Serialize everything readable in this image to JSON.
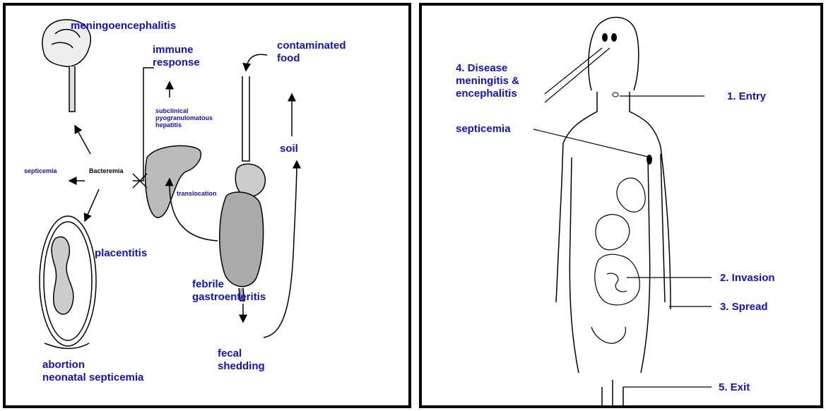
{
  "left_diagram": {
    "labels": {
      "meningoencephalitis": "meningoencephalitis",
      "immune_response": "immune\nresponse",
      "contaminated_food": "contaminated\nfood",
      "subclinical": "subclinical\npyogranulomatous\nhepatitis",
      "septicemia": "septicemia",
      "bacteremia": "Bacteremia",
      "translocation": "translocation",
      "soil": "soil",
      "placentitis": "placentitis",
      "febrile": "febrile\ngastroenteritis",
      "abortion": "abortion\nneonatal septicemia",
      "fecal": "fecal\nshedding"
    }
  },
  "right_diagram": {
    "labels": {
      "disease": "4. Disease\nmeningitis &\nencephalitis",
      "septicemia": "septicemia",
      "entry": "1. Entry",
      "invasion": "2. Invasion",
      "spread": "3. Spread",
      "exit": "5. Exit"
    }
  },
  "colors": {
    "label_blue": "#1010d8",
    "border": "#000000",
    "line": "#000000"
  }
}
